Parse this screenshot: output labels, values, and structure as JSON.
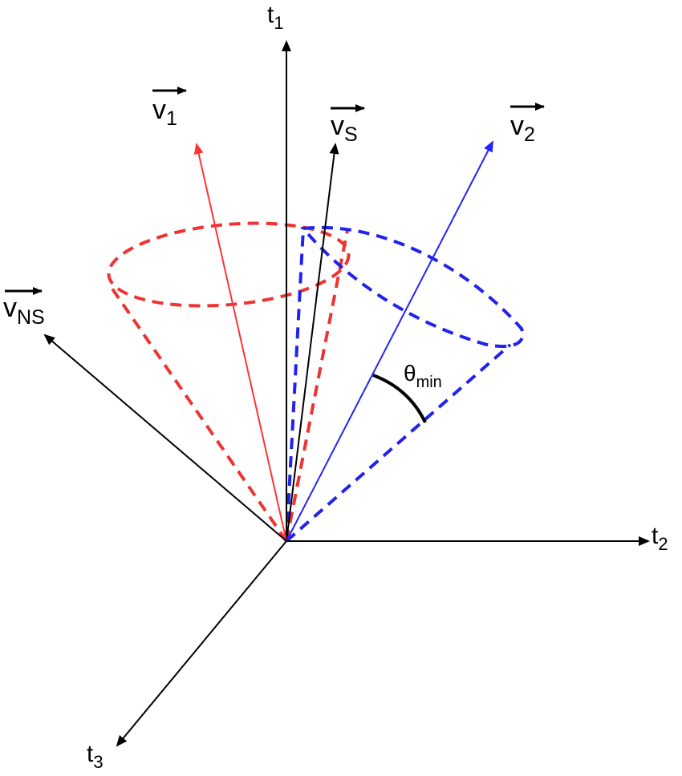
{
  "diagram": {
    "axes": {
      "t1": {
        "base": "t",
        "sub": "1"
      },
      "t2": {
        "base": "t",
        "sub": "2"
      },
      "t3": {
        "base": "t",
        "sub": "3"
      }
    },
    "vectors": {
      "v1": {
        "base": "v",
        "sub": "1",
        "color": "#ff3333"
      },
      "vs": {
        "base": "v",
        "sub": "S",
        "color": "#000000"
      },
      "v2": {
        "base": "v",
        "sub": "2",
        "color": "#2222ff"
      },
      "vns": {
        "base": "v",
        "sub": "NS",
        "color": "#000000"
      }
    },
    "angle": {
      "base": "θ",
      "sub": "min"
    },
    "colors": {
      "red_cone": "#ee3333",
      "blue_cone": "#2222ee",
      "axis": "#000000"
    }
  }
}
